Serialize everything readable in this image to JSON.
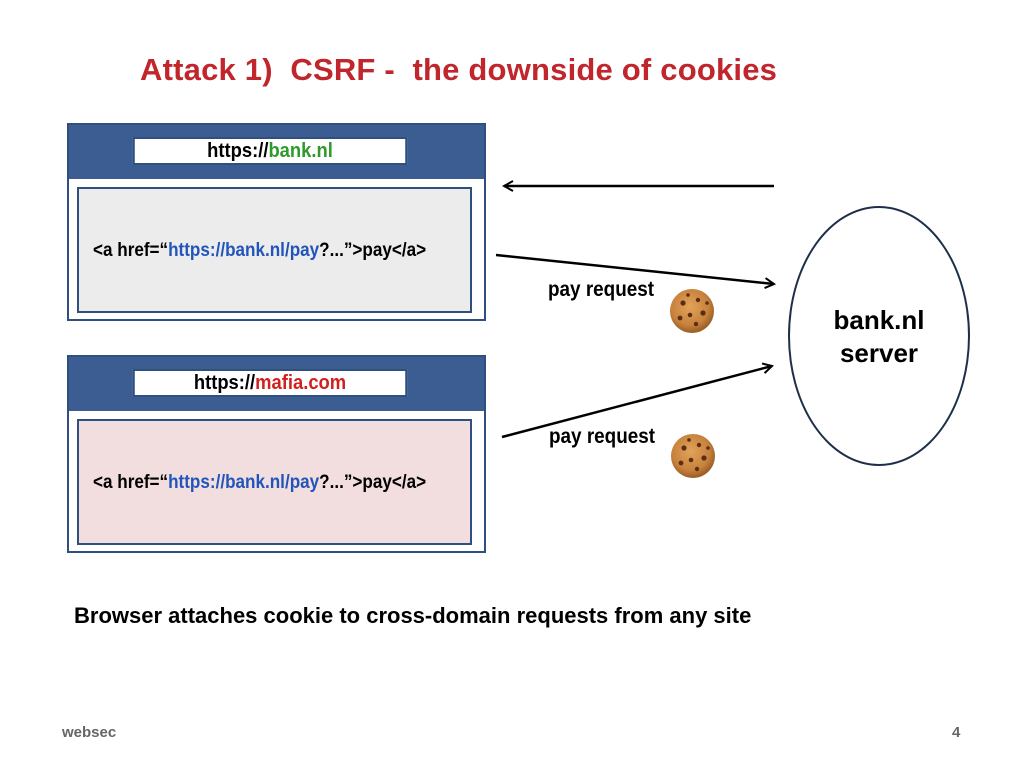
{
  "title": "Attack 1)  CSRF -  the downside of cookies",
  "browser_bank": {
    "url_prefix": "https://",
    "url_domain": "bank.nl",
    "code_open": "<a href=“",
    "code_link_a": "https://bank.nl/pay",
    "code_link_b": "?...”>pay</a>"
  },
  "browser_mafia": {
    "url_prefix": "https://",
    "url_domain": "mafia.com",
    "code_open": "<a href=“",
    "code_link_a": "https://bank.nl/pay",
    "code_link_b": "?...”>pay</a>"
  },
  "request_label_1": "pay request",
  "request_label_2": "pay request",
  "server": {
    "line1": "bank.nl",
    "line2": "server"
  },
  "caption": "Browser attaches cookie to cross-domain requests from any site",
  "footer": {
    "left": "websec",
    "right": "4"
  },
  "icons": [
    "cookie-icon",
    "cookie-icon"
  ],
  "colors": {
    "title": "#c0262b",
    "bank_domain": "#2e9a2e",
    "mafia_domain": "#d21f1f",
    "link": "#2255bb",
    "browser_bar": "#3b5d91"
  }
}
